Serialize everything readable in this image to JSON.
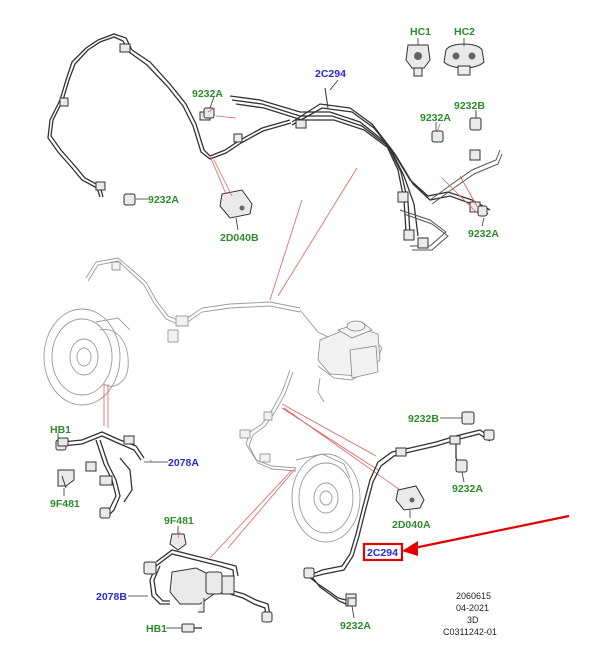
{
  "labels": {
    "hc1": "HC1",
    "hc2": "HC2",
    "c2c294_top": "2C294",
    "n9232a_1": "9232A",
    "n9232b_1": "9232B",
    "n9232a_2": "9232A",
    "n9232a_3": "9232A",
    "n9232a_4": "9232A",
    "d2d040b": "2D040B",
    "hb1_left": "HB1",
    "n2078a": "2078A",
    "n9f481_left": "9F481",
    "n9232b_2": "9232B",
    "n9232a_5": "9232A",
    "d2d040a": "2D040A",
    "n9f481_bottom": "9F481",
    "c2c294_boxed": "2C294",
    "n2078b": "2078B",
    "hb1_bottom": "HB1",
    "n9232a_6": "9232A"
  },
  "meta": {
    "line1": "2060615",
    "line2": "04-2021",
    "line3": "3D",
    "line4": "C0311242-01"
  },
  "colors": {
    "part_label": "#2e8b2e",
    "assembly_label": "#2a2ad4",
    "leader": "#e06060",
    "highlight": "#e00000"
  }
}
